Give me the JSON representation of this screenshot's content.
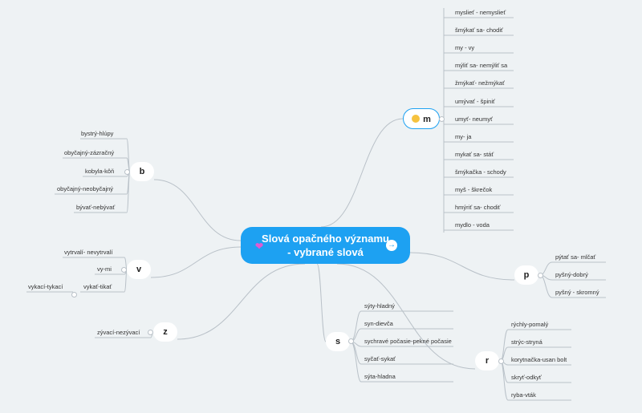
{
  "central": {
    "title": "Slová opačného významu - vybrané slová"
  },
  "branches": {
    "m": {
      "label": "m",
      "items": [
        "myslieť - nemyslieť",
        "šmýkať sa- chodiť",
        "my - vy",
        "mýliť sa- nemýliť sa",
        "žmýkať- nežmýkať",
        "umývať - špiniť",
        "umyť- neumyť",
        "my- ja",
        "mykať sa- stáť",
        "šmýkačka - schody",
        "myš - škrečok",
        "hmýriť sa- chodiť",
        "mydlo - voda"
      ]
    },
    "b": {
      "label": "b",
      "items": [
        "bystrý-hlúpy",
        "obyčajný-zázračný",
        "kobyla-kôň",
        "obyčajný-neobyčajný",
        "bývať-nebývať"
      ]
    },
    "v": {
      "label": "v",
      "items": [
        "vytrvalí- nevytrvalí",
        "vy-mi",
        "vykať-tikať",
        "vykací-tykací"
      ]
    },
    "z": {
      "label": "z",
      "items": [
        "zývací-nezývací"
      ]
    },
    "p": {
      "label": "p",
      "items": [
        "pýtať sa- mlčať",
        "pyšný-dobrý",
        "pyšný - skromný"
      ]
    },
    "s": {
      "label": "s",
      "items": [
        "sýty-hladný",
        "syn-dievča",
        "sychravé počasie-pekné počasie",
        "syčať-sykať",
        "sýta-hladna"
      ]
    },
    "r": {
      "label": "r",
      "items": [
        "rýchly-pomalý",
        "strýc-stryná",
        "korytnačka-usan bolt",
        "skryť-odkyť",
        "ryba-vták"
      ]
    }
  }
}
